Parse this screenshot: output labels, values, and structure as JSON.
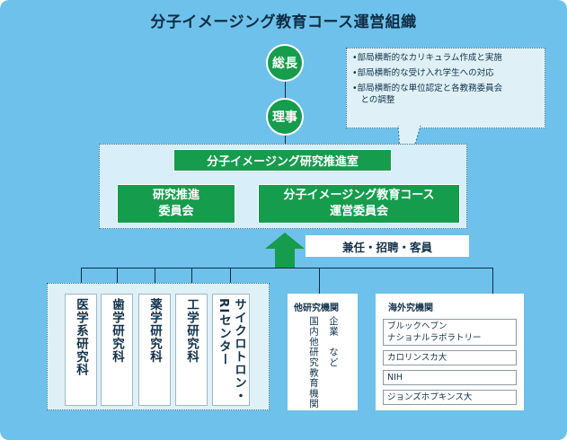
{
  "title": "分子イメージング教育コース運営組織",
  "president": "総長",
  "director": "理事",
  "notes": [
    "•部局横断的なカリキュラム作成と実施",
    "•部局横断的な受け入れ学生への対応",
    "•部局横断的な単位認定と各教務委員会",
    "　との調整"
  ],
  "promotion_office": "分子イメージング研究推進室",
  "committee_research": [
    "研究推進",
    "委員会"
  ],
  "committee_course": [
    "分子イメージング教育コース",
    "運営委員会"
  ],
  "appointment_tag": "兼任・招聘・客員",
  "departments": [
    "医学系研究科",
    "歯学研究科",
    "薬学研究科",
    "工学研究科"
  ],
  "center": [
    "サイクロトロン・",
    "RIセンター"
  ],
  "other_institutions": {
    "heading": "他研究機関",
    "company": "企業　など",
    "domestic": "国内他研究教育機関"
  },
  "overseas": {
    "heading": "海外究機関",
    "items": [
      [
        "ブルックヘブン",
        "ナショナルラボラトリー"
      ],
      [
        "カロリンスカ大"
      ],
      [
        "NIH"
      ],
      [
        "ジョンズホプキンス大"
      ]
    ]
  },
  "colors": {
    "panel": "#6ec1ea",
    "node_green": "#169c4d",
    "light_frame": "#dff1f7"
  }
}
